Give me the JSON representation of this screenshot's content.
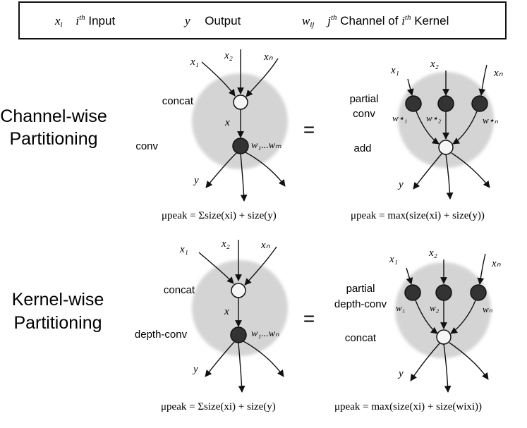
{
  "legend": {
    "items": [
      {
        "symbol": "x",
        "sub": "i",
        "label_pre": "i",
        "label_sup": "th",
        "label": " Input"
      },
      {
        "symbol": "y",
        "sub": "",
        "label_pre": "",
        "label_sup": "",
        "label": "Output"
      },
      {
        "symbol": "w",
        "sub": "ij",
        "label_pre": "j",
        "label_sup": "th",
        "label": " Channel of ",
        "label2_pre": "i",
        "label2_sup": "th",
        "label2": " Kernel"
      }
    ]
  },
  "rows": [
    {
      "title_line1": "Channel-wise",
      "title_line2": "Partitioning",
      "left": {
        "inputs": [
          "x₁",
          "x₂",
          "xₙ"
        ],
        "step1": "concat",
        "mid": "x",
        "step2": "conv",
        "weights": "w₁...wₘ",
        "output": "y",
        "formula": "μpeak = Σsize(xi) + size(y)"
      },
      "equals": "=",
      "right": {
        "inputs": [
          "x₁",
          "x₂",
          "xₙ"
        ],
        "step1_line1": "partial",
        "step1_line2": "conv",
        "weights": [
          "w⋆₁",
          "w⋆₂",
          "w⋆ₙ"
        ],
        "step2": "add",
        "output": "y",
        "formula": "μpeak = max(size(xi) + size(y))"
      }
    },
    {
      "title_line1": "Kernel-wise",
      "title_line2": "Partitioning",
      "left": {
        "inputs": [
          "x₁",
          "x₂",
          "xₙ"
        ],
        "step1": "concat",
        "mid": "x",
        "step2": "depth-conv",
        "weights": "w₁...wₙ",
        "output": "y",
        "formula": "μpeak = Σsize(xi) + size(y)"
      },
      "equals": "=",
      "right": {
        "inputs": [
          "x₁",
          "x₂",
          "xₙ"
        ],
        "step1_line1": "partial",
        "step1_line2": "depth-conv",
        "weights": [
          "w₁",
          "w₂",
          "wₙ"
        ],
        "step2": "concat",
        "output": "y",
        "formula": "μpeak = max(size(xi) + size(wixi))"
      }
    }
  ],
  "colors": {
    "blob": "#d4d4d4",
    "node_dark": "#333333",
    "node_light": "#f5f5f5",
    "line": "#111111"
  }
}
